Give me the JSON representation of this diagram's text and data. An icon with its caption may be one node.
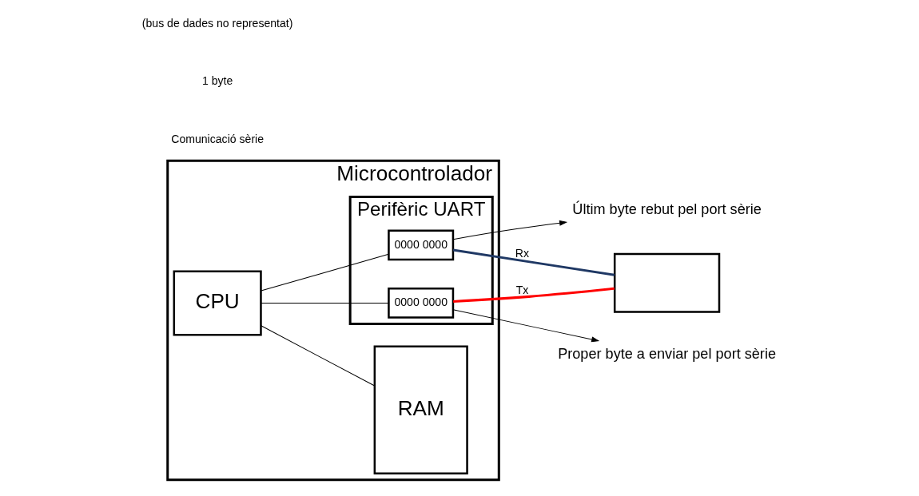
{
  "diagram": {
    "nodes": [
      {
        "text": [
          "Microcontrolador"
        ]
      },
      {
        "text": [
          "CPU"
        ],
        "in": 0
      },
      {
        "text": [
          "RAM"
        ],
        "in": 0
      },
      {
        "text": [
          "Perifèric UART"
        ],
        "in": 0
      },
      {
        "text": [
          "0000 0000"
        ],
        "in": 3
      },
      {
        "text": [
          "0000 0000"
        ],
        "in": 3
      },
      {
        "text": [],
        "shape": "box"
      },
      {
        "text": [
          "Proper byte a enviar pel port sèrie"
        ]
      },
      {
        "text": [
          "Últim byte rebut pel port sèrie"
        ]
      }
    ],
    "edges": [
      {
        "from": 1,
        "to": 2,
        "arrow": "none"
      },
      {
        "from": 1,
        "to": 4,
        "arrow": "none"
      },
      {
        "from": 1,
        "to": 5,
        "arrow": "none"
      },
      {
        "from": 4,
        "to": 6,
        "arrow": "none",
        "label": "Tx",
        "style": "thick",
        "color": "#ff0000"
      },
      {
        "from": 5,
        "to": 6,
        "arrow": "none",
        "label": "Rx",
        "style": "thick",
        "color": "#1f3864"
      },
      {
        "from": 4,
        "to": 7,
        "arrow": "to"
      },
      {
        "from": 5,
        "to": 8,
        "arrow": "to"
      }
    ],
    "labels": [
      "Comunicació sèrie",
      "1 byte",
      "(bus de dades no representat)"
    ]
  }
}
